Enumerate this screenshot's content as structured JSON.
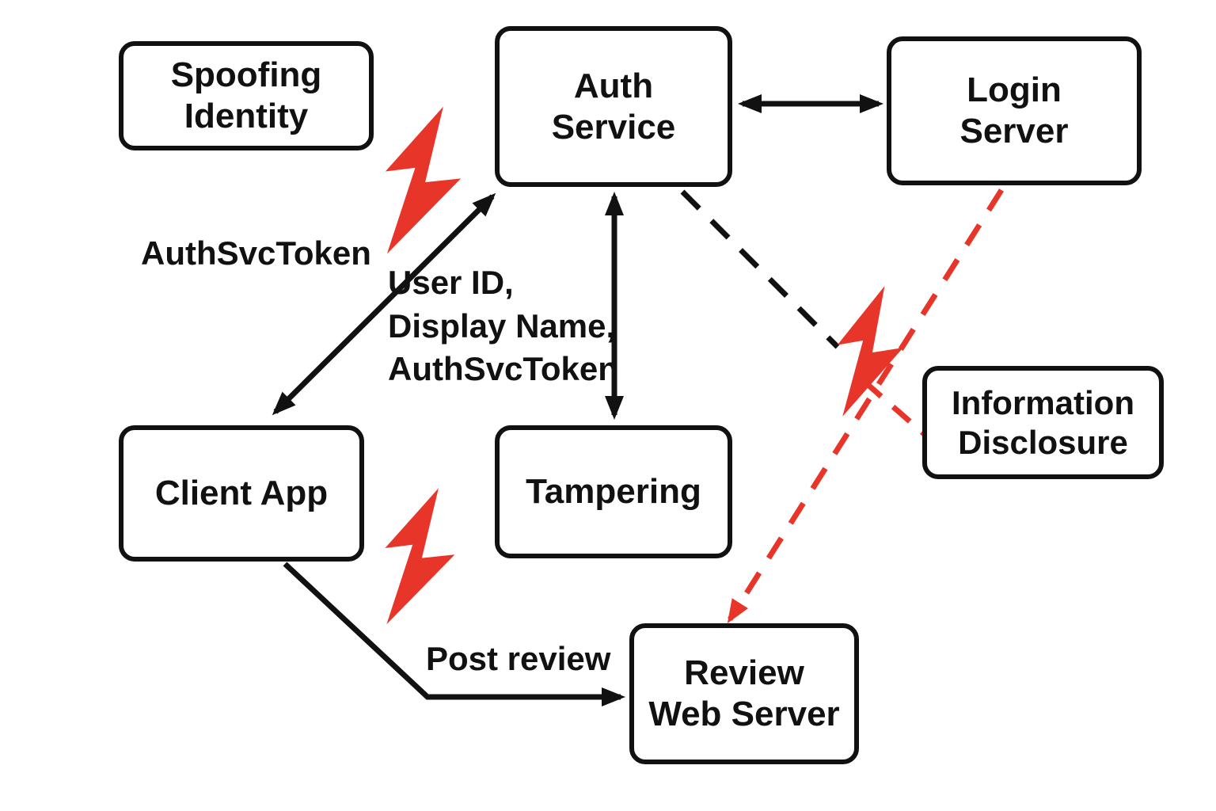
{
  "diagram": {
    "type": "threat-model-dataflow",
    "nodes": {
      "spoofing": {
        "label": "Spoofing\nIdentity",
        "kind": "threat"
      },
      "auth_service": {
        "label": "Auth\nService",
        "kind": "process"
      },
      "login_server": {
        "label": "Login\nServer",
        "kind": "process"
      },
      "client_app": {
        "label": "Client App",
        "kind": "process"
      },
      "tampering": {
        "label": "Tampering",
        "kind": "threat"
      },
      "information_disclosure": {
        "label": "Information\nDisclosure",
        "kind": "threat"
      },
      "review_web_server": {
        "label": "Review\nWeb Server",
        "kind": "process"
      }
    },
    "edge_labels": {
      "auth_svc_token": "AuthSvcToken",
      "user_id_payload": "User ID,\nDisplay Name,\nAuthSvcToken",
      "post_review": "Post review"
    },
    "edges": [
      {
        "from": "auth_service",
        "to": "login_server",
        "style": "solid-black",
        "arrows": "both"
      },
      {
        "from": "client_app",
        "to": "auth_service",
        "style": "solid-black",
        "arrows": "both",
        "label": "AuthSvcToken"
      },
      {
        "from": "auth_service",
        "to": "tampering",
        "style": "solid-black",
        "arrows": "both",
        "label": "User ID, Display Name, AuthSvcToken"
      },
      {
        "from": "auth_service",
        "to": "threat-point",
        "style": "dashed-black",
        "arrows": "none"
      },
      {
        "from": "login_server",
        "to": "review_web_server",
        "style": "dashed-red",
        "arrows": "end"
      },
      {
        "from": "threat-point",
        "to": "information_disclosure",
        "style": "dashed-red",
        "arrows": "none"
      },
      {
        "from": "client_app",
        "to": "review_web_server",
        "style": "solid-black",
        "arrows": "end",
        "label": "Post review"
      }
    ],
    "icons": {
      "lightning": {
        "name": "threat-lightning-icon",
        "count": 3
      }
    },
    "colors": {
      "line": "#111111",
      "threat_red": "#e8352a",
      "background": "#ffffff"
    }
  }
}
